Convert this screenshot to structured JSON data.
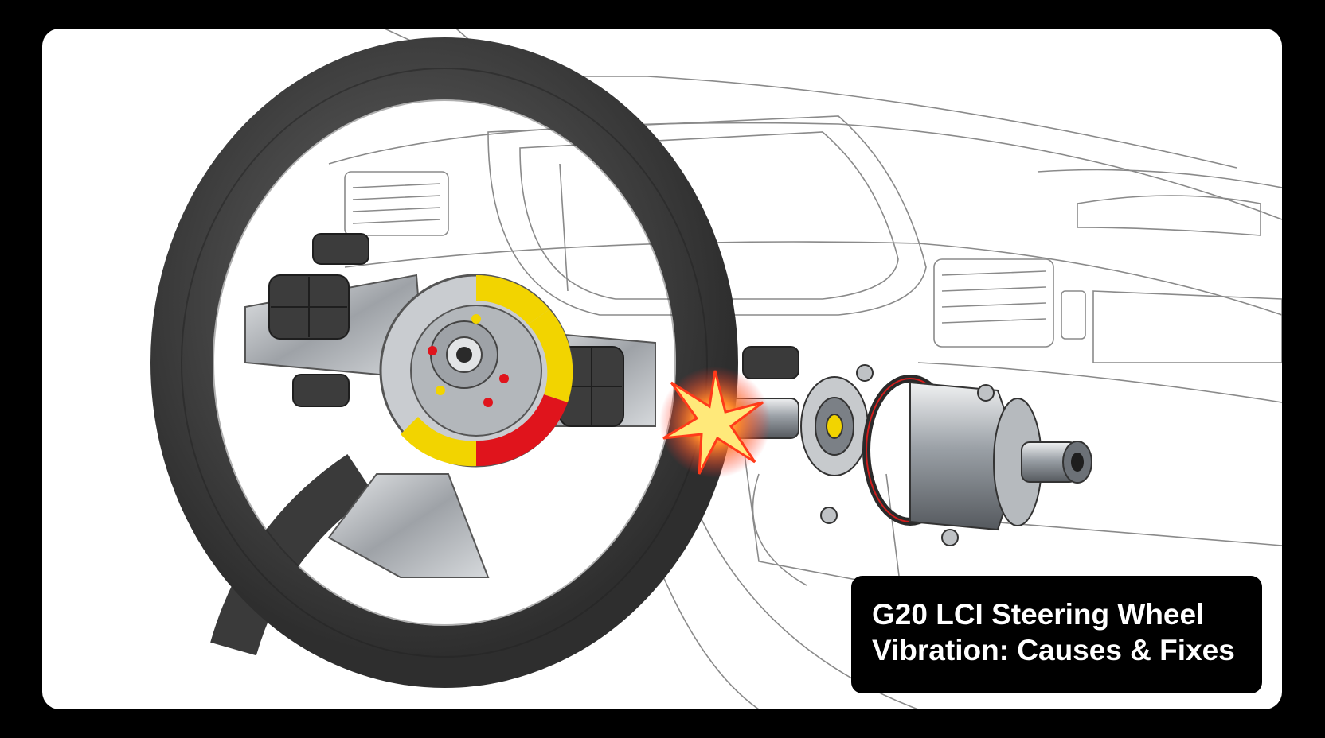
{
  "caption": {
    "line1": "G20 LCI Steering Wheel",
    "line2": "Vibration: Causes & Fixes"
  },
  "colors": {
    "frame": "#000000",
    "card": "#ffffff",
    "leather": "#4a4a4a",
    "spoke_metal": "#b9bcc0",
    "highlight_yellow": "#f2d400",
    "highlight_red": "#e0141c",
    "caption_bg": "#000000",
    "caption_text": "#ffffff"
  },
  "icons": [
    "steering-wheel-icon",
    "dashboard-sketch",
    "impact-burst-icon",
    "steering-column-assembly"
  ]
}
